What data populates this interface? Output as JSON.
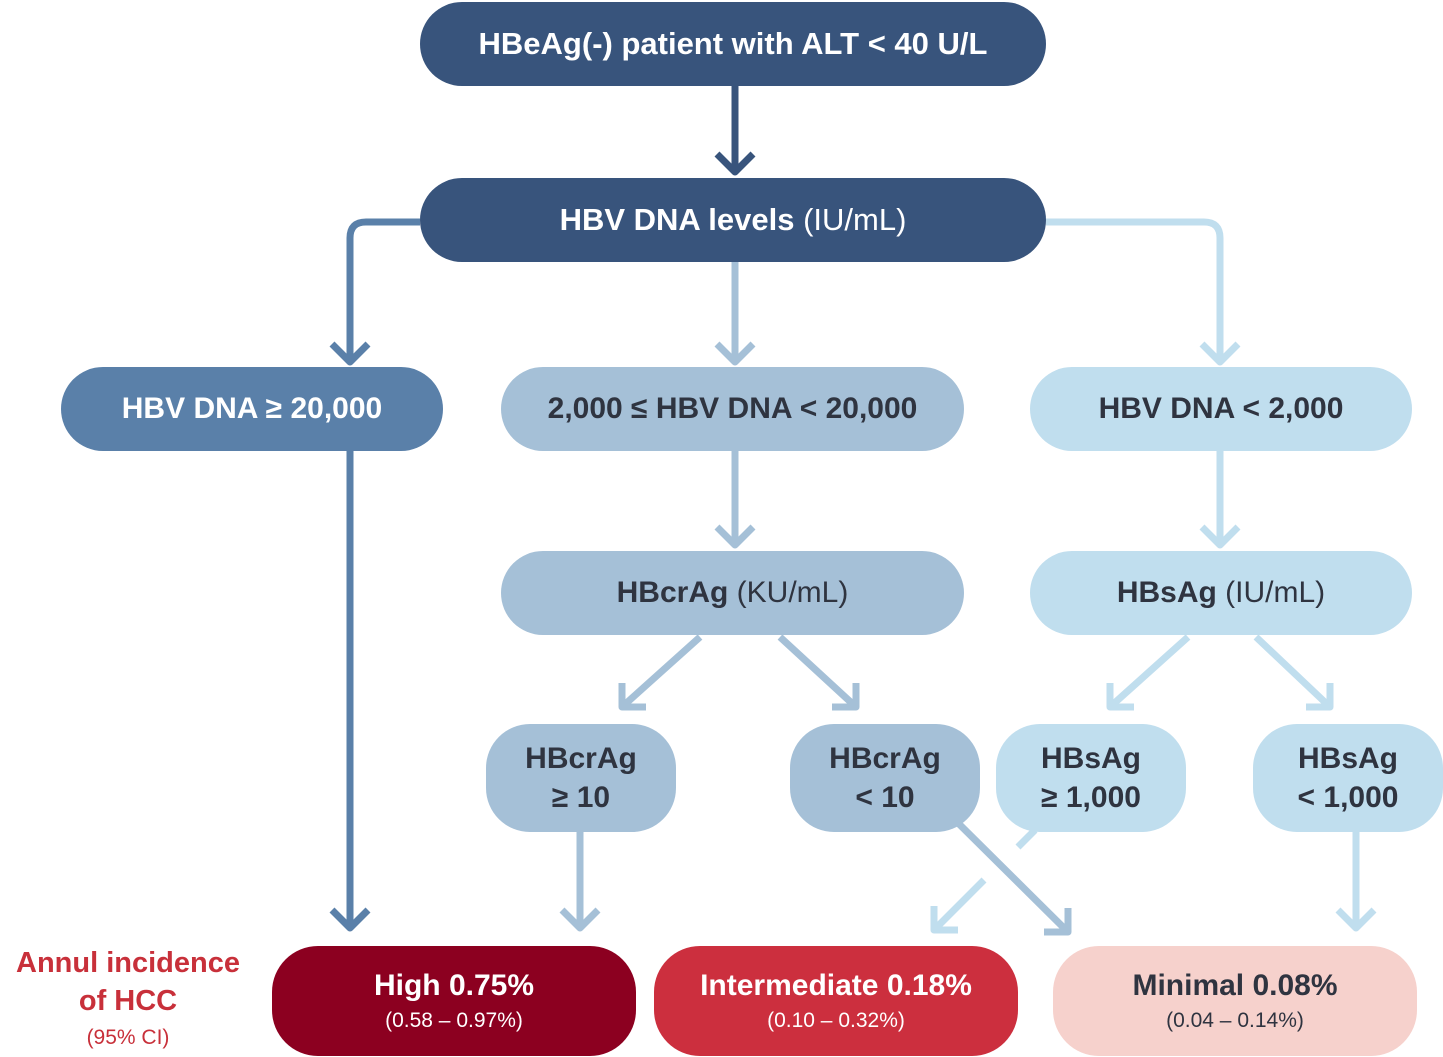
{
  "colors": {
    "navy": "#38547c",
    "steel_blue": "#5a80a9",
    "mid_blue": "#a5c0d7",
    "light_blue": "#c0deee",
    "dark_red": "#8c0020",
    "red": "#cc2f3e",
    "pink": "#f6d1cc",
    "legend_red": "#c8303a"
  },
  "top": {
    "label": "HBeAg(-) patient with ALT < 40 U/L"
  },
  "dna_levels": {
    "label": "HBV DNA levels",
    "unit": "(IU/mL)"
  },
  "dna_branches": {
    "high": "HBV DNA ≥ 20,000",
    "mid": "2,000 ≤ HBV DNA < 20,000",
    "low": "HBV DNA < 2,000"
  },
  "hbcrag": {
    "label": "HBcrAg",
    "unit": "(KU/mL)",
    "high": {
      "line1": "HBcrAg",
      "line2": "≥ 10"
    },
    "low": {
      "line1": "HBcrAg",
      "line2": "< 10"
    }
  },
  "hbsag": {
    "label": "HBsAg",
    "unit": "(IU/mL)",
    "high": {
      "line1": "HBsAg",
      "line2": "≥ 1,000"
    },
    "low": {
      "line1": "HBsAg",
      "line2": "< 1,000"
    }
  },
  "outcomes": {
    "high": {
      "label": "High 0.75%",
      "ci": "(0.58 – 0.97%)"
    },
    "intermediate": {
      "label": "Intermediate 0.18%",
      "ci": "(0.10 – 0.32%)"
    },
    "minimal": {
      "label": "Minimal 0.08%",
      "ci": "(0.04 – 0.14%)"
    }
  },
  "legend": {
    "line1": "Annul incidence",
    "line2": "of HCC",
    "sub": "(95% CI)"
  }
}
